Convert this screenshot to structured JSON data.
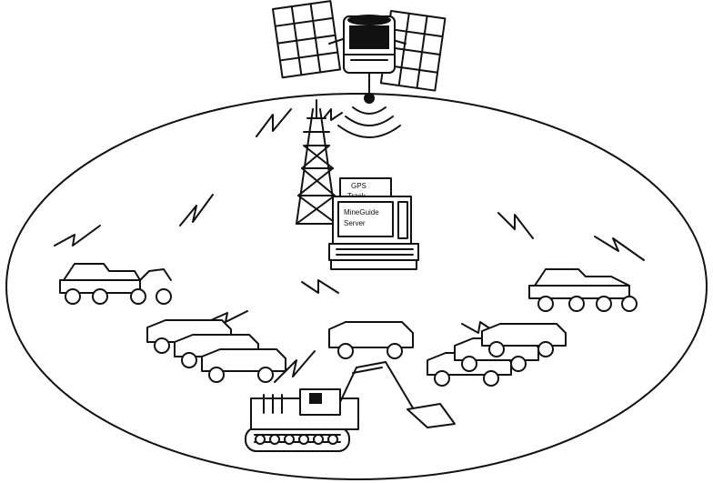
{
  "figure": {
    "monitor": {
      "line1": "MineGuide",
      "line2": "Server"
    },
    "tower_box": {
      "line1": "GPS",
      "line2": "Track"
    }
  },
  "icons": [
    "satellite-icon",
    "radio-tower-icon",
    "computer-workstation-icon",
    "haul-truck-icon",
    "excavator-icon",
    "lightning-signal-icon"
  ]
}
